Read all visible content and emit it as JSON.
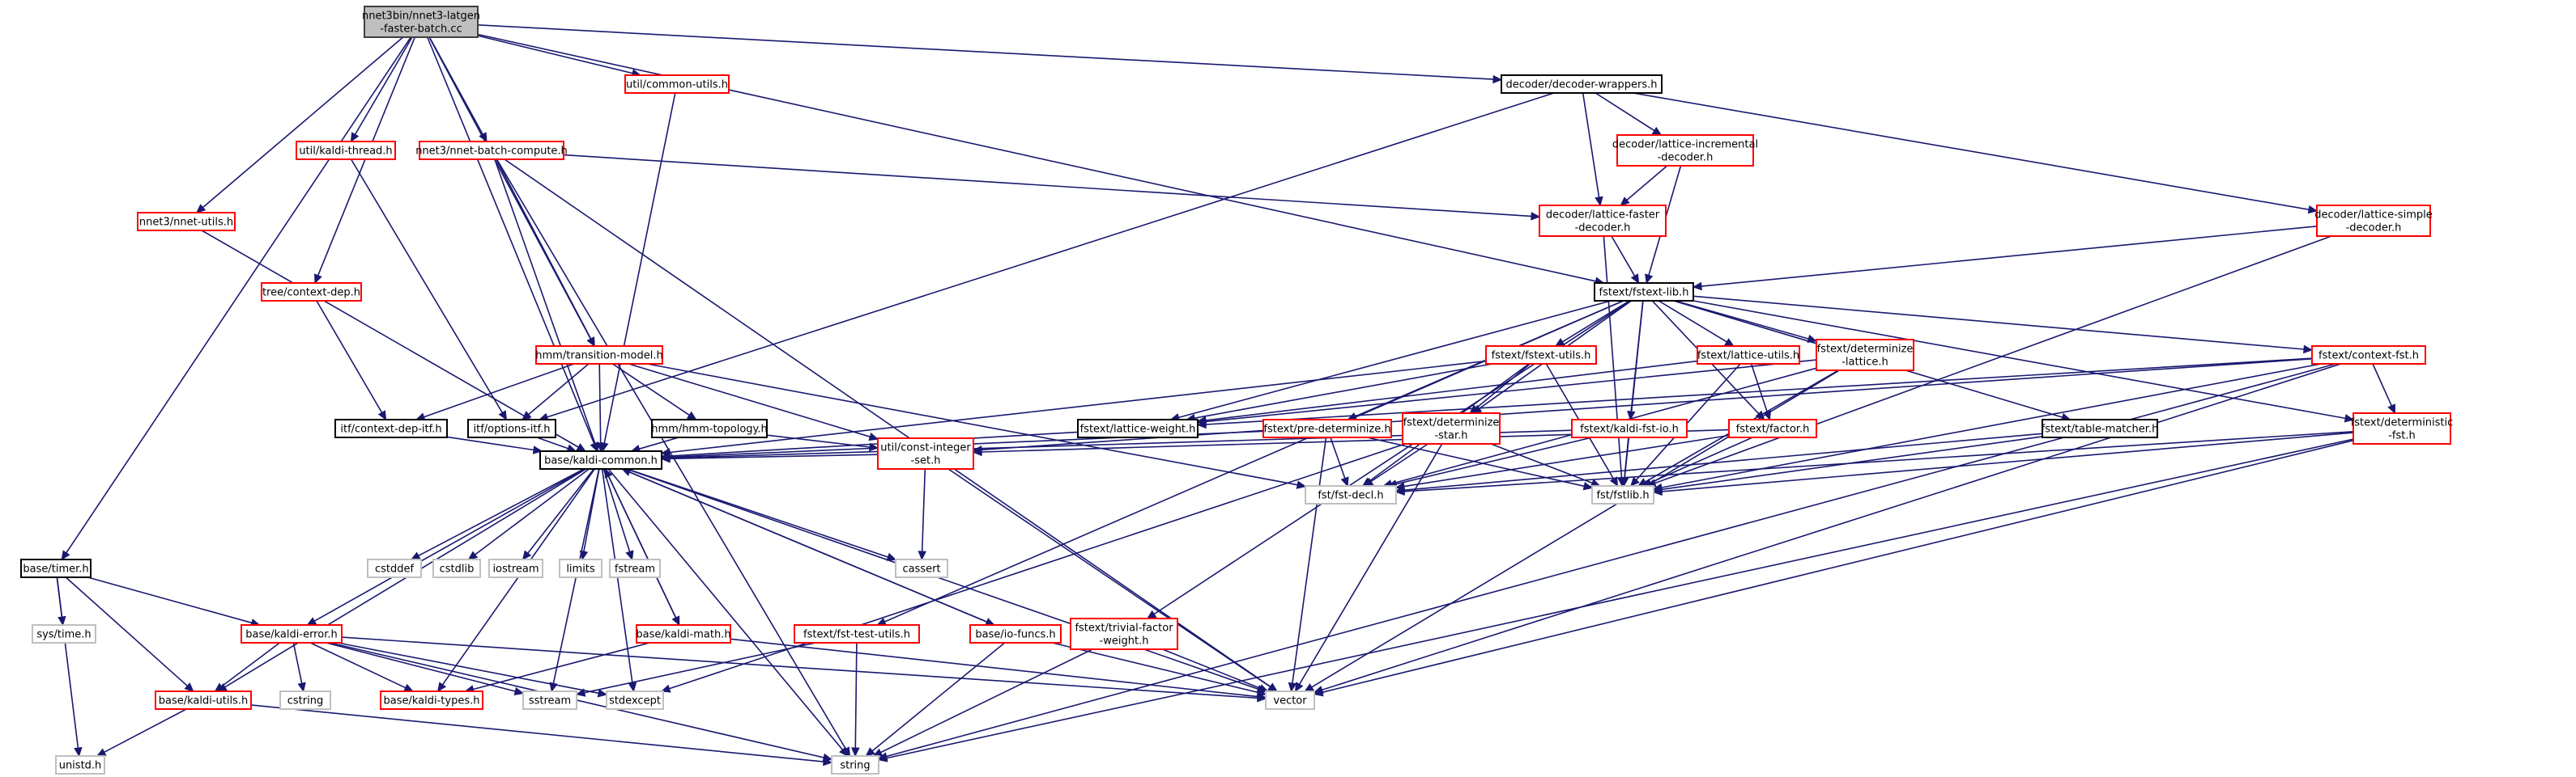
{
  "colors": {
    "edge": "#191970",
    "root_fill": "#bfbfbf",
    "root_border": "#404040",
    "documented_border": "#000000",
    "undocumented_border": "#ff0000",
    "external_border": "#bfbfbf"
  },
  "nodes": [
    {
      "id": "root",
      "lines": [
        "nnet3bin/nnet3-latgen",
        "-faster-batch.cc"
      ],
      "style": "root"
    },
    {
      "id": "common_utils",
      "lines": [
        "util/common-utils.h"
      ],
      "style": "red"
    },
    {
      "id": "decoder_wrappers",
      "lines": [
        "decoder/decoder-wrappers.h"
      ],
      "style": "black"
    },
    {
      "id": "kaldi_thread",
      "lines": [
        "util/kaldi-thread.h"
      ],
      "style": "red"
    },
    {
      "id": "nnet_batch_compute",
      "lines": [
        "nnet3/nnet-batch-compute.h"
      ],
      "style": "red"
    },
    {
      "id": "lattice_incremental",
      "lines": [
        "decoder/lattice-incremental",
        "-decoder.h"
      ],
      "style": "red"
    },
    {
      "id": "nnet_utils",
      "lines": [
        "nnet3/nnet-utils.h"
      ],
      "style": "red"
    },
    {
      "id": "lattice_faster",
      "lines": [
        "decoder/lattice-faster",
        "-decoder.h"
      ],
      "style": "red"
    },
    {
      "id": "lattice_simple",
      "lines": [
        "decoder/lattice-simple",
        "-decoder.h"
      ],
      "style": "red"
    },
    {
      "id": "context_dep",
      "lines": [
        "tree/context-dep.h"
      ],
      "style": "red"
    },
    {
      "id": "fstext_lib",
      "lines": [
        "fstext/fstext-lib.h"
      ],
      "style": "black"
    },
    {
      "id": "transition_model",
      "lines": [
        "hmm/transition-model.h"
      ],
      "style": "red"
    },
    {
      "id": "fstext_utils",
      "lines": [
        "fstext/fstext-utils.h"
      ],
      "style": "red"
    },
    {
      "id": "lattice_utils",
      "lines": [
        "fstext/lattice-utils.h"
      ],
      "style": "red"
    },
    {
      "id": "determinize_lattice",
      "lines": [
        "fstext/determinize",
        "-lattice.h"
      ],
      "style": "red"
    },
    {
      "id": "context_fst",
      "lines": [
        "fstext/context-fst.h"
      ],
      "style": "red"
    },
    {
      "id": "lattice_weight",
      "lines": [
        "fstext/lattice-weight.h"
      ],
      "style": "black"
    },
    {
      "id": "pre_determinize",
      "lines": [
        "fstext/pre-determinize.h"
      ],
      "style": "red"
    },
    {
      "id": "determinize_star",
      "lines": [
        "fstext/determinize",
        "-star.h"
      ],
      "style": "red"
    },
    {
      "id": "kaldi_fst_io",
      "lines": [
        "fstext/kaldi-fst-io.h"
      ],
      "style": "red"
    },
    {
      "id": "factor",
      "lines": [
        "fstext/factor.h"
      ],
      "style": "red"
    },
    {
      "id": "table_matcher",
      "lines": [
        "fstext/table-matcher.h"
      ],
      "style": "black"
    },
    {
      "id": "deterministic_fst",
      "lines": [
        "fstext/deterministic",
        "-fst.h"
      ],
      "style": "red"
    },
    {
      "id": "context_dep_itf",
      "lines": [
        "itf/context-dep-itf.h"
      ],
      "style": "black"
    },
    {
      "id": "options_itf",
      "lines": [
        "itf/options-itf.h"
      ],
      "style": "black"
    },
    {
      "id": "hmm_topology",
      "lines": [
        "hmm/hmm-topology.h"
      ],
      "style": "black"
    },
    {
      "id": "const_integer_set",
      "lines": [
        "util/const-integer",
        "-set.h"
      ],
      "style": "red"
    },
    {
      "id": "kaldi_common",
      "lines": [
        "base/kaldi-common.h"
      ],
      "style": "black"
    },
    {
      "id": "fst_decl",
      "lines": [
        "fst/fst-decl.h"
      ],
      "style": "grey"
    },
    {
      "id": "fstlib",
      "lines": [
        "fst/fstlib.h"
      ],
      "style": "grey"
    },
    {
      "id": "timer",
      "lines": [
        "base/timer.h"
      ],
      "style": "black"
    },
    {
      "id": "cstddef",
      "lines": [
        "cstddef"
      ],
      "style": "grey"
    },
    {
      "id": "cstdlib",
      "lines": [
        "cstdlib"
      ],
      "style": "grey"
    },
    {
      "id": "iostream",
      "lines": [
        "iostream"
      ],
      "style": "grey"
    },
    {
      "id": "limits",
      "lines": [
        "limits"
      ],
      "style": "grey"
    },
    {
      "id": "fstream",
      "lines": [
        "fstream"
      ],
      "style": "grey"
    },
    {
      "id": "cassert",
      "lines": [
        "cassert"
      ],
      "style": "grey"
    },
    {
      "id": "sys_time",
      "lines": [
        "sys/time.h"
      ],
      "style": "grey"
    },
    {
      "id": "kaldi_error",
      "lines": [
        "base/kaldi-error.h"
      ],
      "style": "red"
    },
    {
      "id": "kaldi_math",
      "lines": [
        "base/kaldi-math.h"
      ],
      "style": "red"
    },
    {
      "id": "fst_test_utils",
      "lines": [
        "fstext/fst-test-utils.h"
      ],
      "style": "red"
    },
    {
      "id": "io_funcs",
      "lines": [
        "base/io-funcs.h"
      ],
      "style": "red"
    },
    {
      "id": "trivial_factor_weight",
      "lines": [
        "fstext/trivial-factor",
        "-weight.h"
      ],
      "style": "red"
    },
    {
      "id": "kaldi_utils",
      "lines": [
        "base/kaldi-utils.h"
      ],
      "style": "red"
    },
    {
      "id": "cstring",
      "lines": [
        "cstring"
      ],
      "style": "grey"
    },
    {
      "id": "kaldi_types",
      "lines": [
        "base/kaldi-types.h"
      ],
      "style": "red"
    },
    {
      "id": "sstream",
      "lines": [
        "sstream"
      ],
      "style": "grey"
    },
    {
      "id": "stdexcept",
      "lines": [
        "stdexcept"
      ],
      "style": "grey"
    },
    {
      "id": "vector",
      "lines": [
        "vector"
      ],
      "style": "grey"
    },
    {
      "id": "unistd",
      "lines": [
        "unistd.h"
      ],
      "style": "grey"
    },
    {
      "id": "string",
      "lines": [
        "string"
      ],
      "style": "grey"
    }
  ],
  "edges": [
    [
      "root",
      "common_utils"
    ],
    [
      "root",
      "decoder_wrappers"
    ],
    [
      "root",
      "kaldi_thread"
    ],
    [
      "root",
      "nnet_batch_compute"
    ],
    [
      "root",
      "nnet_utils"
    ],
    [
      "root",
      "context_dep"
    ],
    [
      "root",
      "fstext_lib"
    ],
    [
      "root",
      "transition_model"
    ],
    [
      "root",
      "kaldi_common"
    ],
    [
      "root",
      "timer"
    ],
    [
      "common_utils",
      "kaldi_common"
    ],
    [
      "decoder_wrappers",
      "lattice_incremental"
    ],
    [
      "decoder_wrappers",
      "lattice_faster"
    ],
    [
      "decoder_wrappers",
      "lattice_simple"
    ],
    [
      "decoder_wrappers",
      "options_itf"
    ],
    [
      "kaldi_thread",
      "options_itf"
    ],
    [
      "nnet_batch_compute",
      "lattice_faster"
    ],
    [
      "nnet_batch_compute",
      "transition_model"
    ],
    [
      "nnet_batch_compute",
      "kaldi_common"
    ],
    [
      "nnet_batch_compute",
      "vector"
    ],
    [
      "nnet_batch_compute",
      "string"
    ],
    [
      "lattice_incremental",
      "lattice_faster"
    ],
    [
      "lattice_incremental",
      "fstext_lib"
    ],
    [
      "nnet_utils",
      "kaldi_common"
    ],
    [
      "lattice_faster",
      "fstext_lib"
    ],
    [
      "lattice_faster",
      "fstlib"
    ],
    [
      "lattice_simple",
      "fstext_lib"
    ],
    [
      "lattice_simple",
      "fstlib"
    ],
    [
      "context_dep",
      "context_dep_itf"
    ],
    [
      "fstext_lib",
      "fstext_utils"
    ],
    [
      "fstext_lib",
      "lattice_utils"
    ],
    [
      "fstext_lib",
      "determinize_lattice"
    ],
    [
      "fstext_lib",
      "context_fst"
    ],
    [
      "fstext_lib",
      "lattice_weight"
    ],
    [
      "fstext_lib",
      "pre_determinize"
    ],
    [
      "fstext_lib",
      "determinize_star"
    ],
    [
      "fstext_lib",
      "kaldi_fst_io"
    ],
    [
      "fstext_lib",
      "factor"
    ],
    [
      "fstext_lib",
      "table_matcher"
    ],
    [
      "fstext_lib",
      "deterministic_fst"
    ],
    [
      "fstext_lib",
      "fstlib"
    ],
    [
      "fstext_lib",
      "fst_test_utils"
    ],
    [
      "fstext_lib",
      "trivial_factor_weight"
    ],
    [
      "transition_model",
      "context_dep_itf"
    ],
    [
      "transition_model",
      "options_itf"
    ],
    [
      "transition_model",
      "hmm_topology"
    ],
    [
      "transition_model",
      "const_integer_set"
    ],
    [
      "transition_model",
      "kaldi_common"
    ],
    [
      "transition_model",
      "fst_decl"
    ],
    [
      "fstext_utils",
      "lattice_weight"
    ],
    [
      "fstext_utils",
      "determinize_star"
    ],
    [
      "fstext_utils",
      "kaldi_common"
    ],
    [
      "fstext_utils",
      "fst_decl"
    ],
    [
      "fstext_utils",
      "fstlib"
    ],
    [
      "lattice_utils",
      "lattice_weight"
    ],
    [
      "lattice_utils",
      "factor"
    ],
    [
      "lattice_utils",
      "fstlib"
    ],
    [
      "determinize_lattice",
      "lattice_weight"
    ],
    [
      "determinize_lattice",
      "fst_decl"
    ],
    [
      "determinize_lattice",
      "fstlib"
    ],
    [
      "determinize_lattice",
      "vector"
    ],
    [
      "context_fst",
      "lattice_weight"
    ],
    [
      "context_fst",
      "deterministic_fst"
    ],
    [
      "context_fst",
      "const_integer_set"
    ],
    [
      "context_fst",
      "fstlib"
    ],
    [
      "context_fst",
      "vector"
    ],
    [
      "context_fst",
      "string"
    ],
    [
      "lattice_weight",
      "kaldi_common"
    ],
    [
      "pre_determinize",
      "kaldi_common"
    ],
    [
      "pre_determinize",
      "fst_decl"
    ],
    [
      "pre_determinize",
      "fstlib"
    ],
    [
      "pre_determinize",
      "vector"
    ],
    [
      "determinize_star",
      "fst_decl"
    ],
    [
      "determinize_star",
      "fstlib"
    ],
    [
      "determinize_star",
      "vector"
    ],
    [
      "determinize_star",
      "stdexcept"
    ],
    [
      "kaldi_fst_io",
      "fst_decl"
    ],
    [
      "kaldi_fst_io",
      "fstlib"
    ],
    [
      "kaldi_fst_io",
      "kaldi_common"
    ],
    [
      "factor",
      "fst_decl"
    ],
    [
      "factor",
      "fstlib"
    ],
    [
      "factor",
      "const_integer_set"
    ],
    [
      "table_matcher",
      "fst_decl"
    ],
    [
      "table_matcher",
      "fstlib"
    ],
    [
      "deterministic_fst",
      "fst_decl"
    ],
    [
      "deterministic_fst",
      "fstlib"
    ],
    [
      "deterministic_fst",
      "vector"
    ],
    [
      "deterministic_fst",
      "string"
    ],
    [
      "context_dep_itf",
      "kaldi_common"
    ],
    [
      "options_itf",
      "kaldi_common"
    ],
    [
      "hmm_topology",
      "kaldi_common"
    ],
    [
      "hmm_topology",
      "const_integer_set"
    ],
    [
      "const_integer_set",
      "kaldi_common"
    ],
    [
      "const_integer_set",
      "cassert"
    ],
    [
      "const_integer_set",
      "vector"
    ],
    [
      "kaldi_common",
      "cstddef"
    ],
    [
      "kaldi_common",
      "cstdlib"
    ],
    [
      "kaldi_common",
      "iostream"
    ],
    [
      "kaldi_common",
      "limits"
    ],
    [
      "kaldi_common",
      "fstream"
    ],
    [
      "kaldi_common",
      "cassert"
    ],
    [
      "kaldi_common",
      "sstream"
    ],
    [
      "kaldi_common",
      "stdexcept"
    ],
    [
      "kaldi_common",
      "string"
    ],
    [
      "kaldi_common",
      "vector"
    ],
    [
      "kaldi_common",
      "kaldi_error"
    ],
    [
      "kaldi_common",
      "kaldi_math"
    ],
    [
      "kaldi_common",
      "io_funcs"
    ],
    [
      "kaldi_common",
      "kaldi_utils"
    ],
    [
      "kaldi_common",
      "kaldi_types"
    ],
    [
      "timer",
      "sys_time"
    ],
    [
      "timer",
      "kaldi_error"
    ],
    [
      "timer",
      "kaldi_utils"
    ],
    [
      "timer",
      "unistd"
    ],
    [
      "kaldi_error",
      "kaldi_utils"
    ],
    [
      "kaldi_error",
      "kaldi_types"
    ],
    [
      "kaldi_error",
      "cstring"
    ],
    [
      "kaldi_error",
      "sstream"
    ],
    [
      "kaldi_error",
      "stdexcept"
    ],
    [
      "kaldi_error",
      "string"
    ],
    [
      "kaldi_error",
      "vector"
    ],
    [
      "kaldi_math",
      "kaldi_common"
    ],
    [
      "kaldi_math",
      "kaldi_types"
    ],
    [
      "kaldi_math",
      "vector"
    ],
    [
      "io_funcs",
      "kaldi_common"
    ],
    [
      "io_funcs",
      "string"
    ],
    [
      "io_funcs",
      "vector"
    ],
    [
      "fst_test_utils",
      "sstream"
    ],
    [
      "fst_test_utils",
      "string"
    ],
    [
      "trivial_factor_weight",
      "vector"
    ],
    [
      "trivial_factor_weight",
      "string"
    ],
    [
      "kaldi_utils",
      "unistd"
    ],
    [
      "kaldi_utils",
      "string"
    ]
  ]
}
